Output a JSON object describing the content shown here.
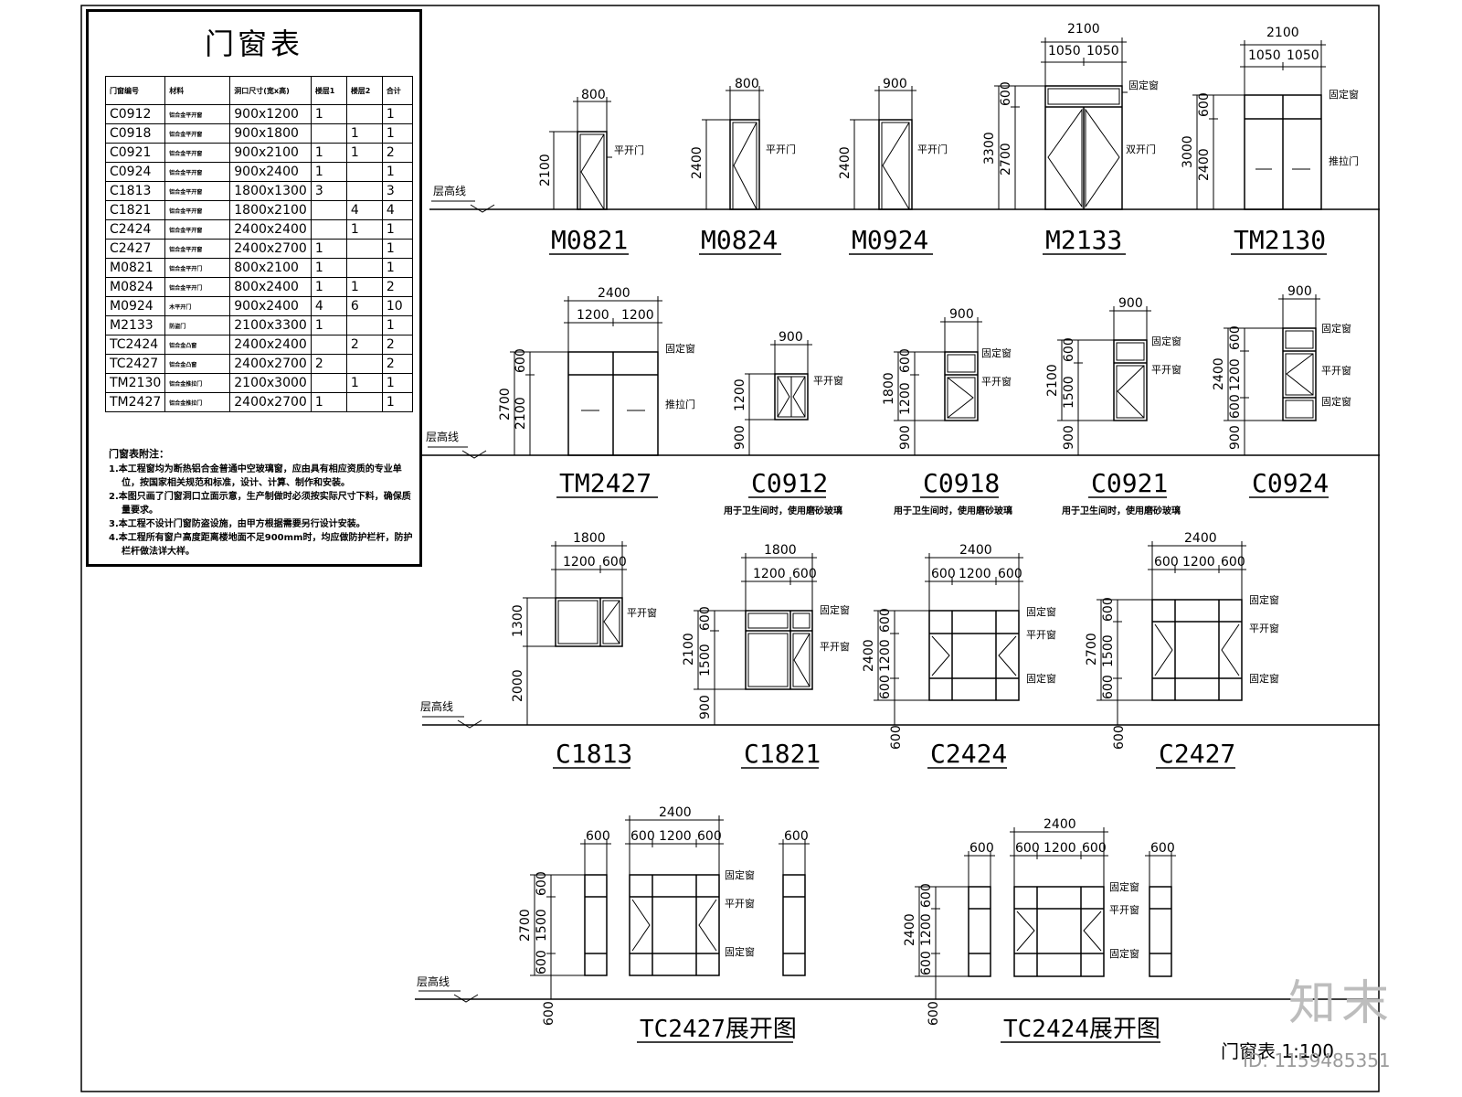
{
  "schedule": {
    "title": "门窗表",
    "headers": [
      "门窗编号",
      "材料",
      "洞口尺寸(宽x高)",
      "楼层1",
      "楼层2",
      "合计"
    ],
    "rows": [
      {
        "code": "C0912",
        "mat": "铝合金平开窗",
        "size": "900x1200",
        "f1": "1",
        "f2": "",
        "total": "1"
      },
      {
        "code": "C0918",
        "mat": "铝合金平开窗",
        "size": "900x1800",
        "f1": "",
        "f2": "1",
        "total": "1"
      },
      {
        "code": "C0921",
        "mat": "铝合金平开窗",
        "size": "900x2100",
        "f1": "1",
        "f2": "1",
        "total": "2"
      },
      {
        "code": "C0924",
        "mat": "铝合金平开窗",
        "size": "900x2400",
        "f1": "1",
        "f2": "",
        "total": "1"
      },
      {
        "code": "C1813",
        "mat": "铝合金平开窗",
        "size": "1800x1300",
        "f1": "3",
        "f2": "",
        "total": "3"
      },
      {
        "code": "C1821",
        "mat": "铝合金平开窗",
        "size": "1800x2100",
        "f1": "",
        "f2": "4",
        "total": "4"
      },
      {
        "code": "C2424",
        "mat": "铝合金平开窗",
        "size": "2400x2400",
        "f1": "",
        "f2": "1",
        "total": "1"
      },
      {
        "code": "C2427",
        "mat": "铝合金平开窗",
        "size": "2400x2700",
        "f1": "1",
        "f2": "",
        "total": "1"
      },
      {
        "code": "M0821",
        "mat": "铝合金平开门",
        "size": "800x2100",
        "f1": "1",
        "f2": "",
        "total": "1"
      },
      {
        "code": "M0824",
        "mat": "铝合金平开门",
        "size": "800x2400",
        "f1": "1",
        "f2": "1",
        "total": "2"
      },
      {
        "code": "M0924",
        "mat": "木平开门",
        "size": "900x2400",
        "f1": "4",
        "f2": "6",
        "total": "10"
      },
      {
        "code": "M2133",
        "mat": "防盗门",
        "size": "2100x3300",
        "f1": "1",
        "f2": "",
        "total": "1"
      },
      {
        "code": "TC2424",
        "mat": "铝合金凸窗",
        "size": "2400x2400",
        "f1": "",
        "f2": "2",
        "total": "2"
      },
      {
        "code": "TC2427",
        "mat": "铝合金凸窗",
        "size": "2400x2700",
        "f1": "2",
        "f2": "",
        "total": "2"
      },
      {
        "code": "TM2130",
        "mat": "铝合金推拉门",
        "size": "2100x3000",
        "f1": "",
        "f2": "1",
        "total": "1"
      },
      {
        "code": "TM2427",
        "mat": "铝合金推拉门",
        "size": "2400x2700",
        "f1": "1",
        "f2": "",
        "total": "1"
      }
    ],
    "notes_title": "门窗表附注：",
    "notes": [
      "1.本工程窗均为断热铝合金普通中空玻璃窗，应由具有相应资质的专业单位，按国家相关规范和标准，设计、计算、制作和安装。",
      "2.本图只画了门窗洞口立面示意，生产制做时必须按实际尺寸下料，确保质量要求。",
      "3.本工程不设计门窗防盗设施，由甲方根据需要另行设计安装。",
      "4.本工程所有窗户高度距离楼地面不足900mm时，均应做防护栏杆，防护栏杆做法详大样。"
    ]
  },
  "labels": {
    "floor_line": "层高线",
    "fixed": "固定窗",
    "casement_window": "平开窗",
    "casement_door": "平开门",
    "double_door": "双开门",
    "sliding_door": "推拉门",
    "bathroom_note": "用于卫生间时，使用磨砂玻璃"
  },
  "elevations": {
    "M0821": "M0821",
    "M0824": "M0824",
    "M0924": "M0924",
    "M2133": "M2133",
    "TM2130": "TM2130",
    "TM2427": "TM2427",
    "C0912": "C0912",
    "C0918": "C0918",
    "C0921": "C0921",
    "C0924": "C0924",
    "C1813": "C1813",
    "C1821": "C1821",
    "C2424": "C2424",
    "C2427": "C2427",
    "TC2427": "TC2427展开图",
    "TC2424": "TC2424展开图"
  },
  "footer": {
    "title": "门窗表  1:100",
    "brand": "知末",
    "id_text": "ID: 1159485351"
  }
}
